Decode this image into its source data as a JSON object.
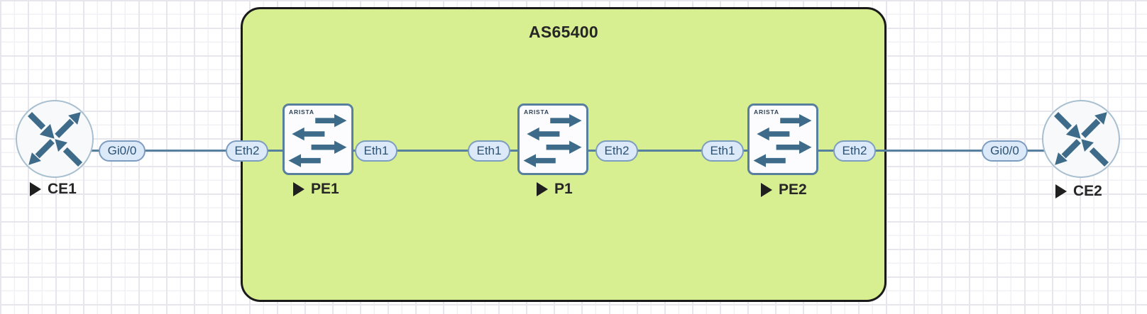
{
  "diagram": {
    "as_box": {
      "label": "AS65400"
    },
    "switch_brand": "ARISTA",
    "nodes": [
      {
        "id": "CE1",
        "type": "router",
        "label": "CE1"
      },
      {
        "id": "PE1",
        "type": "switch",
        "label": "PE1"
      },
      {
        "id": "P1",
        "type": "switch",
        "label": "P1"
      },
      {
        "id": "PE2",
        "type": "switch",
        "label": "PE2"
      },
      {
        "id": "CE2",
        "type": "router",
        "label": "CE2"
      }
    ],
    "ports": [
      {
        "text": "Gi0/0",
        "node": "CE1"
      },
      {
        "text": "Eth2",
        "node": "PE1"
      },
      {
        "text": "Eth1",
        "node": "PE1"
      },
      {
        "text": "Eth1",
        "node": "P1"
      },
      {
        "text": "Eth2",
        "node": "P1"
      },
      {
        "text": "Eth1",
        "node": "PE2"
      },
      {
        "text": "Eth2",
        "node": "PE2"
      },
      {
        "text": "Gi0/0",
        "node": "CE2"
      }
    ],
    "links": [
      {
        "from": "CE1",
        "from_port": "Gi0/0",
        "to": "PE1",
        "to_port": "Eth2"
      },
      {
        "from": "PE1",
        "from_port": "Eth1",
        "to": "P1",
        "to_port": "Eth1"
      },
      {
        "from": "P1",
        "from_port": "Eth2",
        "to": "PE2",
        "to_port": "Eth1"
      },
      {
        "from": "PE2",
        "from_port": "Eth2",
        "to": "CE2",
        "to_port": "Gi0/0"
      }
    ],
    "colors": {
      "as_fill": "#d7ee91",
      "as_border": "#1a1a1a",
      "link": "#56809e",
      "icon_accent": "#3e6b89",
      "port_pill_fill": "#dce9f8",
      "port_pill_border": "#7d9dc0",
      "port_pill_text": "#2c5273",
      "label_text": "#262626"
    }
  }
}
